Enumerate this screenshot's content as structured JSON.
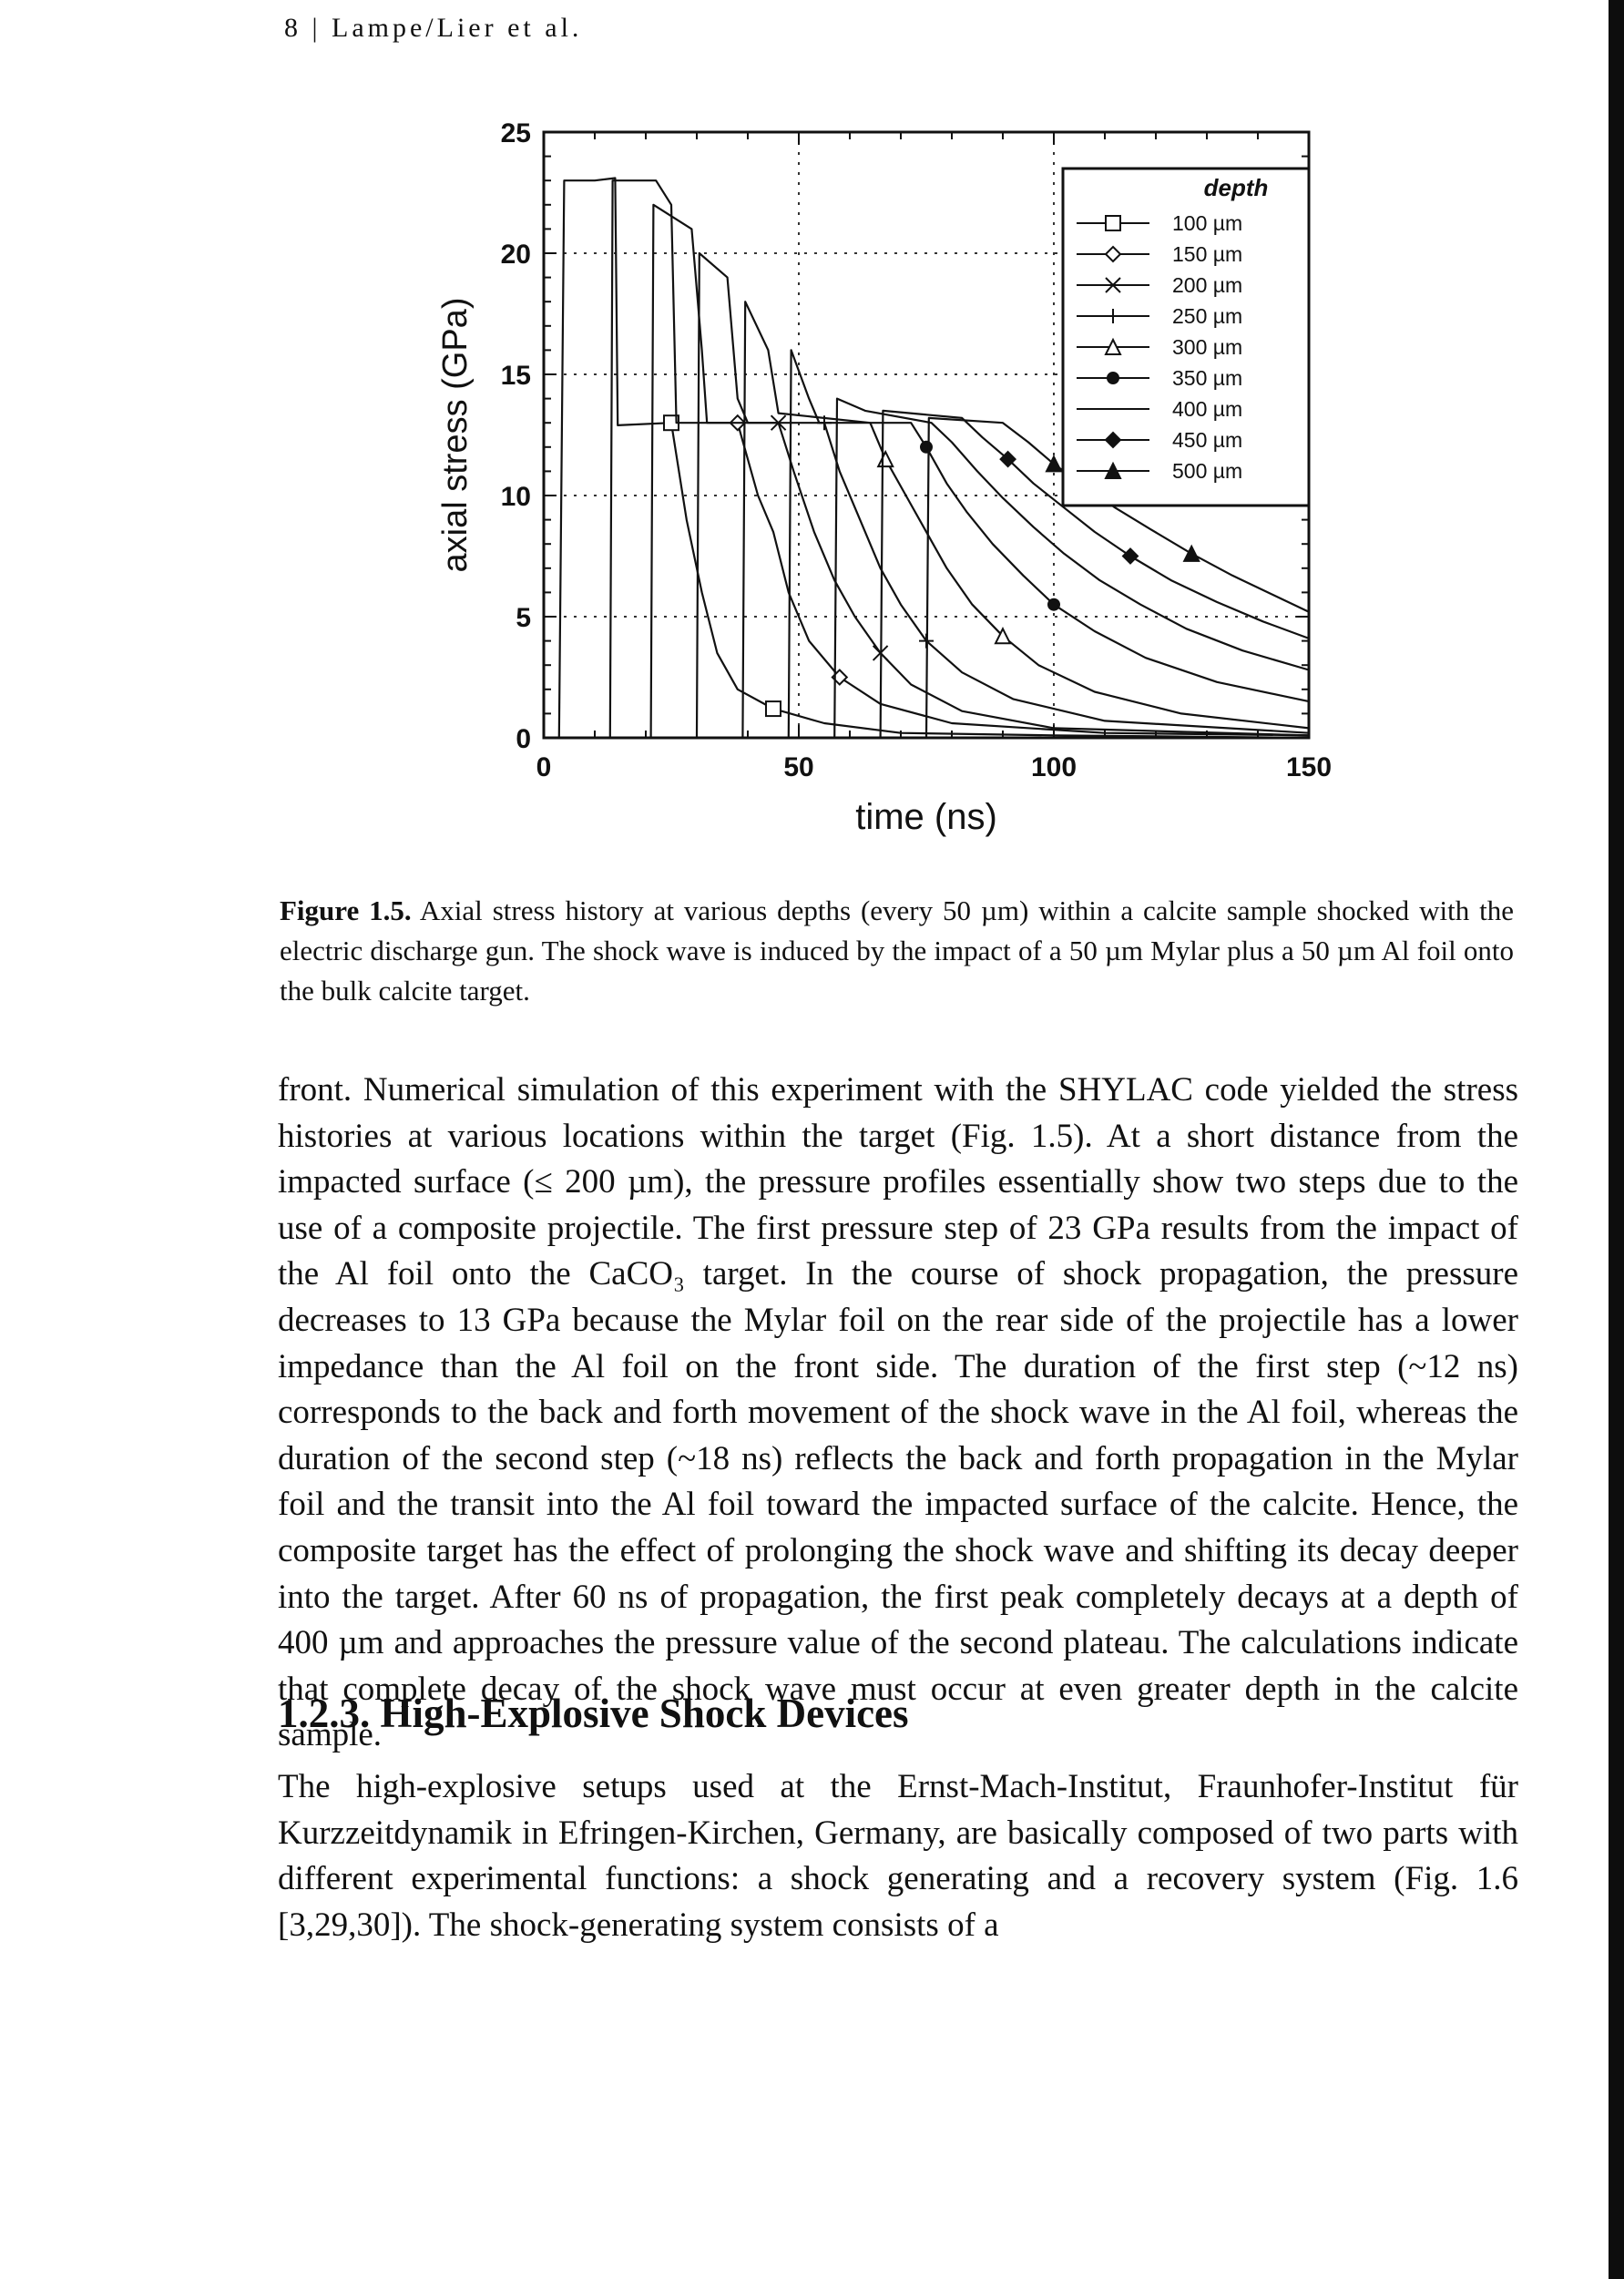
{
  "running_head": "8 | Lampe/Lier et al.",
  "chart_data": {
    "type": "line",
    "xlabel": "time (ns)",
    "ylabel": "axial stress (GPa)",
    "xlim": [
      0,
      150
    ],
    "ylim": [
      0,
      25
    ],
    "xticks": [
      0,
      50,
      100,
      150
    ],
    "yticks": [
      0,
      5,
      10,
      15,
      20,
      25
    ],
    "grid": "dotted",
    "legend_title": "depth",
    "legend_position": "top-right",
    "series": [
      {
        "name": "100 µm",
        "marker": "square",
        "points": [
          [
            0,
            0
          ],
          [
            3,
            0
          ],
          [
            4,
            23
          ],
          [
            10,
            23
          ],
          [
            14,
            23.1
          ],
          [
            14.5,
            12.9
          ],
          [
            25,
            13
          ],
          [
            28,
            9
          ],
          [
            31,
            6
          ],
          [
            34,
            3.5
          ],
          [
            38,
            2
          ],
          [
            45,
            1.2
          ],
          [
            55,
            0.6
          ],
          [
            70,
            0.2
          ],
          [
            100,
            0.1
          ],
          [
            150,
            0
          ]
        ]
      },
      {
        "name": "150 µm",
        "marker": "diamond",
        "points": [
          [
            0,
            0
          ],
          [
            13,
            0
          ],
          [
            13.5,
            23
          ],
          [
            22,
            23
          ],
          [
            25,
            22
          ],
          [
            26,
            13
          ],
          [
            38,
            13
          ],
          [
            42,
            10
          ],
          [
            45,
            8.5
          ],
          [
            48,
            6
          ],
          [
            52,
            4
          ],
          [
            58,
            2.5
          ],
          [
            66,
            1.4
          ],
          [
            80,
            0.6
          ],
          [
            110,
            0.2
          ],
          [
            150,
            0.1
          ]
        ]
      },
      {
        "name": "200 µm",
        "marker": "cross",
        "points": [
          [
            0,
            0
          ],
          [
            21,
            0
          ],
          [
            21.5,
            22
          ],
          [
            29,
            21
          ],
          [
            31,
            16
          ],
          [
            32,
            13
          ],
          [
            46,
            13
          ],
          [
            49,
            11
          ],
          [
            53,
            8.5
          ],
          [
            57,
            6.5
          ],
          [
            61,
            5
          ],
          [
            66,
            3.5
          ],
          [
            72,
            2.2
          ],
          [
            82,
            1.1
          ],
          [
            100,
            0.4
          ],
          [
            150,
            0.1
          ]
        ]
      },
      {
        "name": "250 µm",
        "marker": "plus",
        "points": [
          [
            0,
            0
          ],
          [
            30,
            0
          ],
          [
            30.5,
            20
          ],
          [
            36,
            19
          ],
          [
            38,
            14
          ],
          [
            40,
            13
          ],
          [
            55,
            13
          ],
          [
            58,
            11
          ],
          [
            62,
            9
          ],
          [
            66,
            7
          ],
          [
            70,
            5.5
          ],
          [
            75,
            4
          ],
          [
            82,
            2.7
          ],
          [
            92,
            1.6
          ],
          [
            110,
            0.7
          ],
          [
            150,
            0.2
          ]
        ]
      },
      {
        "name": "300 µm",
        "marker": "triangle",
        "points": [
          [
            0,
            0
          ],
          [
            39,
            0
          ],
          [
            39.5,
            18
          ],
          [
            44,
            16
          ],
          [
            46,
            13.4
          ],
          [
            64,
            13
          ],
          [
            67,
            11.5
          ],
          [
            71,
            10
          ],
          [
            75,
            8.5
          ],
          [
            79,
            7
          ],
          [
            84,
            5.5
          ],
          [
            90,
            4.2
          ],
          [
            97,
            3
          ],
          [
            108,
            1.9
          ],
          [
            125,
            1
          ],
          [
            150,
            0.4
          ]
        ]
      },
      {
        "name": "350 µm",
        "marker": "dot",
        "points": [
          [
            0,
            0
          ],
          [
            48,
            0
          ],
          [
            48.5,
            16
          ],
          [
            52,
            14
          ],
          [
            54,
            13
          ],
          [
            72,
            13
          ],
          [
            75,
            12
          ],
          [
            79,
            10.5
          ],
          [
            83,
            9.3
          ],
          [
            88,
            8
          ],
          [
            94,
            6.7
          ],
          [
            100,
            5.5
          ],
          [
            108,
            4.4
          ],
          [
            118,
            3.3
          ],
          [
            132,
            2.3
          ],
          [
            150,
            1.5
          ]
        ]
      },
      {
        "name": "400 µm",
        "marker": "none",
        "points": [
          [
            0,
            0
          ],
          [
            57,
            0
          ],
          [
            57.5,
            14
          ],
          [
            63,
            13.5
          ],
          [
            76,
            13
          ],
          [
            80,
            12.2
          ],
          [
            85,
            11
          ],
          [
            90,
            9.9
          ],
          [
            96,
            8.7
          ],
          [
            102,
            7.6
          ],
          [
            109,
            6.5
          ],
          [
            117,
            5.5
          ],
          [
            126,
            4.5
          ],
          [
            137,
            3.6
          ],
          [
            150,
            2.8
          ]
        ]
      },
      {
        "name": "450 µm",
        "marker": "diamond-filled",
        "points": [
          [
            0,
            0
          ],
          [
            66,
            0
          ],
          [
            66.5,
            13.5
          ],
          [
            82,
            13.2
          ],
          [
            86,
            12.4
          ],
          [
            91,
            11.5
          ],
          [
            96,
            10.5
          ],
          [
            102,
            9.5
          ],
          [
            108,
            8.5
          ],
          [
            115,
            7.5
          ],
          [
            123,
            6.5
          ],
          [
            132,
            5.6
          ],
          [
            141,
            4.8
          ],
          [
            150,
            4.1
          ]
        ]
      },
      {
        "name": "500 µm",
        "marker": "triangle-filled",
        "points": [
          [
            0,
            0
          ],
          [
            75,
            0
          ],
          [
            75.5,
            13.2
          ],
          [
            90,
            13
          ],
          [
            95,
            12.2
          ],
          [
            100,
            11.3
          ],
          [
            106,
            10.4
          ],
          [
            112,
            9.5
          ],
          [
            119,
            8.6
          ],
          [
            127,
            7.6
          ],
          [
            135,
            6.7
          ],
          [
            143,
            5.9
          ],
          [
            150,
            5.2
          ]
        ]
      }
    ]
  },
  "caption": {
    "label": "Figure 1.5.",
    "text": "Axial stress history at various depths (every 50 µm) within a calcite sample shocked with the electric discharge gun. The shock wave is induced by the impact of a 50 µm Mylar plus a 50 µm Al foil onto the bulk calcite target."
  },
  "paragraph_1": "front. Numerical simulation of this experiment with the SHYLAC code yielded the stress histories at various locations within the target (Fig. 1.5). At a short distance from the impacted surface (≤ 200 µm), the pressure profiles essentially show two steps due to the use of a composite projectile. The first pressure step of 23 GPa results from the impact of the Al foil onto the CaCO₃ target. In the course of shock propagation, the pressure decreases to 13 GPa because the Mylar foil on the rear side of the projectile has a lower impedance than the Al foil on the front side. The duration of the first step (~12 ns) corresponds to the back and forth movement of the shock wave in the Al foil, whereas the duration of the second step (~18 ns) reflects the back and forth propagation in the Mylar foil and the transit into the Al foil toward the impacted surface of the calcite. Hence, the composite target has the effect of prolonging the shock wave and shifting its decay deeper into the target. After 60 ns of propagation, the first peak completely decays at a depth of 400 µm and approaches the pressure value of the second plateau. The calculations indicate that complete decay of the shock wave must occur at even greater depth in the calcite sample.",
  "section_heading": "1.2.3. High-Explosive Shock Devices",
  "paragraph_2": "The high-explosive setups used at the Ernst-Mach-Institut, Fraunhofer-Institut für Kurzzeitdynamik in Efringen-Kirchen, Germany, are basically composed of two parts with different experimental functions: a shock generating and a recovery system (Fig. 1.6 [3,29,30]). The shock-generating system consists of a"
}
